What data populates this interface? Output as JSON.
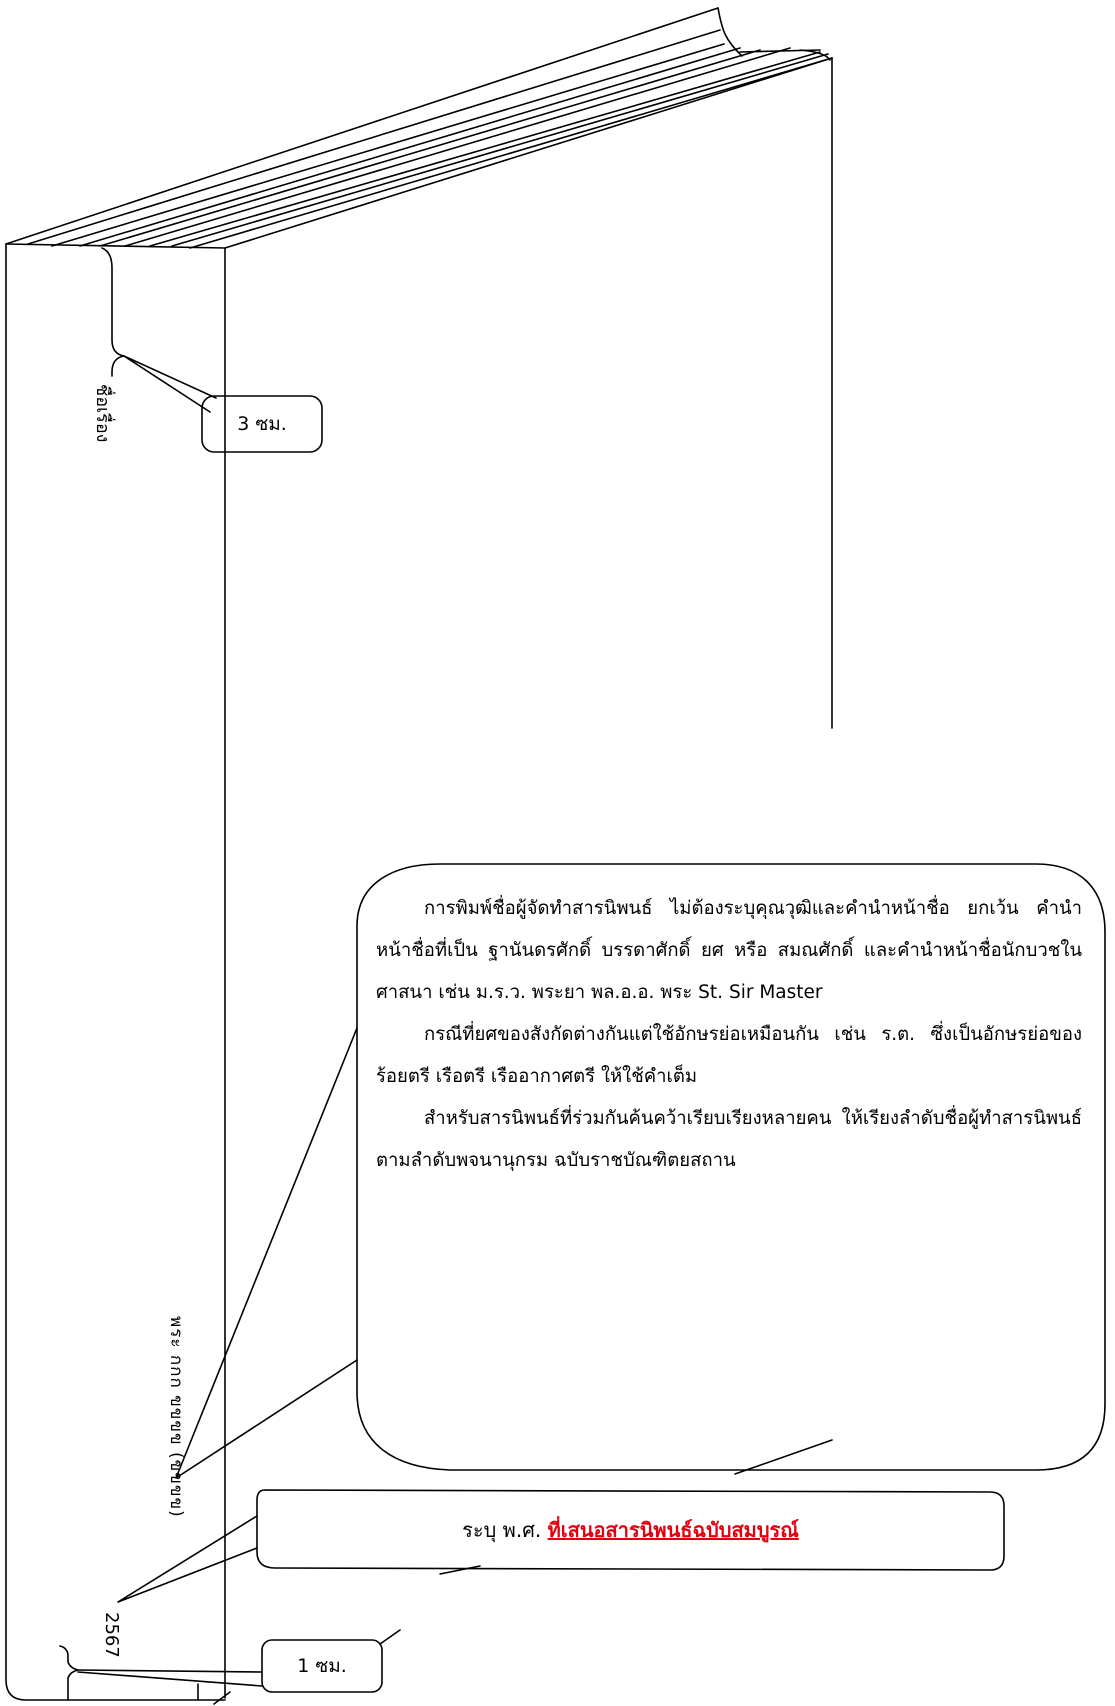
{
  "spine": {
    "title_label": "ชื่อเรื่อง",
    "author_label": "พระ กกก  ขขขข (ขขขข)",
    "year_label": "2567"
  },
  "callouts": {
    "spine_width": "3 ซม.",
    "bottom_margin": "1 ซม.",
    "year_note_prefix": "ระบุ พ.ศ. ",
    "year_note_emphasis": "ที่เสนอสารนิพนธ์ฉบับสมบูรณ์",
    "author_note": {
      "paragraph1": "การพิมพ์ชื่อผู้จัดทำสารนิพนธ์ ไม่ต้องระบุคุณวุฒิและคำนำหน้าชื่อ ยกเว้น คำนำหน้าชื่อที่เป็น ฐานันดรศักดิ์ บรรดาศักดิ์ ยศ หรือ สมณศักดิ์ และคำนำหน้าชื่อนักบวชในศาสนา เช่น ม.ร.ว. พระยา พล.อ.อ. พระ St. Sir Master",
      "paragraph2": "กรณีที่ยศของสังกัดต่างกันแต่ใช้อักษรย่อเหมือนกัน เช่น ร.ต. ซึ่งเป็นอักษรย่อของ ร้อยตรี เรือตรี เรืออากาศตรี ให้ใช้คำเต็ม",
      "paragraph3": "สำหรับสารนิพนธ์ที่ร่วมกันค้นคว้าเรียบเรียงหลายคน ให้เรียงลำดับชื่อผู้ทำสารนิพนธ์ ตามลำดับพจนานุกรม ฉบับราชบัณฑิตยสถาน"
    }
  },
  "colors": {
    "line": "#000000",
    "emphasis": "#e3000f"
  }
}
